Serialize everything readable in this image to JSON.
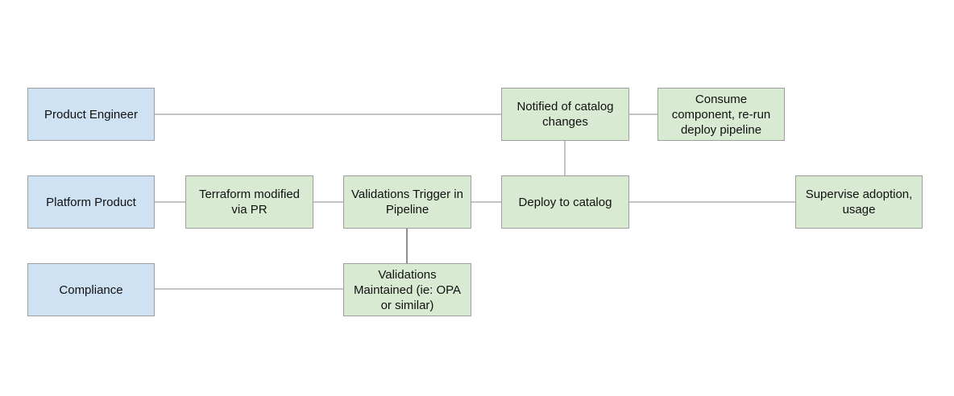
{
  "colors": {
    "actor_fill": "#cfe2f3",
    "step_fill": "#d9ead3",
    "border": "#9e9e9e",
    "connector": "#8a8a8a"
  },
  "actors": {
    "product_engineer": "Product Engineer",
    "platform_product": "Platform Product",
    "compliance": "Compliance"
  },
  "steps": {
    "notified": "Notified of catalog changes",
    "consume": "Consume component, re-run deploy pipeline",
    "terraform": "Terraform modified via PR",
    "validations_trigger": "Validations Trigger in Pipeline",
    "deploy": "Deploy to catalog",
    "supervise": "Supervise adoption, usage",
    "validations_maintained": "Validations Maintained (ie: OPA or similar)"
  }
}
